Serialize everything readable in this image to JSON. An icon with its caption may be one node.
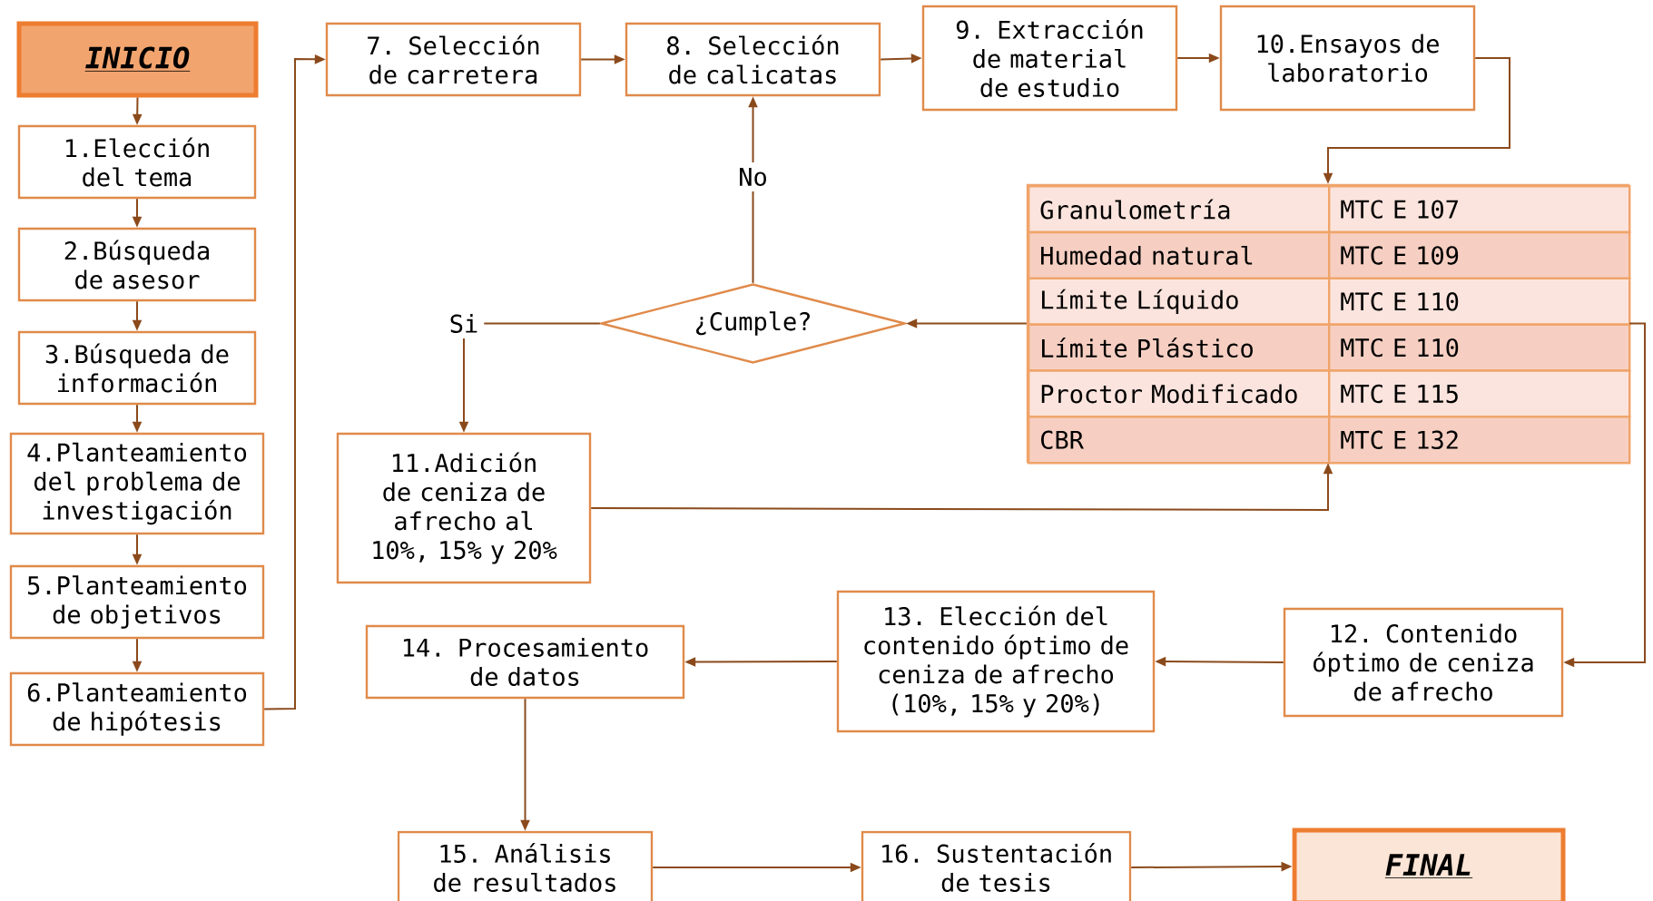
{
  "diagram": {
    "nodes": [
      {
        "text": [
          "INICIO"
        ]
      },
      {
        "text": [
          "1.Elección del tema"
        ]
      },
      {
        "text": [
          "2.Búsqueda de asesor"
        ]
      },
      {
        "text": [
          "3.Búsqueda de información"
        ]
      },
      {
        "text": [
          "4.Planteamiento del problema de investigación"
        ]
      },
      {
        "text": [
          "5.Planteamiento de objetivos"
        ]
      },
      {
        "text": [
          "6.Planteamiento de hipótesis"
        ]
      },
      {
        "text": [
          "7. Selección de carretera"
        ]
      },
      {
        "text": [
          "8. Selección de calicatas"
        ]
      },
      {
        "text": [
          "9. Extracción de material de estudio"
        ]
      },
      {
        "text": [
          "10.Ensayos de laboratorio"
        ]
      },
      {
        "text": [
          "Granulometría",
          "MTC E 107",
          "Humedad natural",
          "MTC E 109",
          "Límite Líquido",
          "MTC E 110",
          "Límite Plástico",
          "MTC E 110",
          "Proctor Modificado",
          "MTC E 115",
          "CBR",
          "MTC E 132"
        ]
      },
      {
        "text": [
          "¿Cumple?"
        ]
      },
      {
        "text": [
          "11.Adición de ceniza de afrecho al 10%, 15% y 20%"
        ]
      },
      {
        "text": [
          "12. Contenido óptimo de ceniza de afrecho"
        ]
      },
      {
        "text": [
          "13. Elección del contenido óptimo de ceniza de afrecho (10%, 15% y 20%)"
        ]
      },
      {
        "text": [
          "14. Procesamiento de datos"
        ]
      },
      {
        "text": [
          "15. Análisis de resultados"
        ]
      },
      {
        "text": [
          "16. Sustentación de tesis"
        ]
      },
      {
        "text": [
          "FINAL"
        ]
      }
    ],
    "edges": [
      {
        "from": 0,
        "to": 1,
        "arrow": "to"
      },
      {
        "from": 1,
        "to": 2,
        "arrow": "to"
      },
      {
        "from": 2,
        "to": 3,
        "arrow": "to"
      },
      {
        "from": 3,
        "to": 4,
        "arrow": "to"
      },
      {
        "from": 4,
        "to": 5,
        "arrow": "to"
      },
      {
        "from": 5,
        "to": 6,
        "arrow": "to"
      },
      {
        "from": 6,
        "to": 7,
        "arrow": "to"
      },
      {
        "from": 7,
        "to": 8,
        "arrow": "to"
      },
      {
        "from": 8,
        "to": 9,
        "arrow": "to"
      },
      {
        "from": 9,
        "to": 10,
        "arrow": "to"
      },
      {
        "from": 10,
        "to": 11,
        "arrow": "to"
      },
      {
        "from": 11,
        "to": 12,
        "arrow": "to"
      },
      {
        "from": 12,
        "to": 8,
        "arrow": "to",
        "label": "No"
      },
      {
        "from": 12,
        "to": 13,
        "arrow": "to",
        "label": "Si"
      },
      {
        "from": 13,
        "to": 11,
        "arrow": "to"
      },
      {
        "from": 11,
        "to": 14,
        "arrow": "to"
      },
      {
        "from": 14,
        "to": 15,
        "arrow": "to"
      },
      {
        "from": 15,
        "to": 16,
        "arrow": "to"
      },
      {
        "from": 16,
        "to": 17,
        "arrow": "to"
      },
      {
        "from": 17,
        "to": 18,
        "arrow": "to"
      },
      {
        "from": 18,
        "to": 19,
        "arrow": "to"
      }
    ]
  }
}
